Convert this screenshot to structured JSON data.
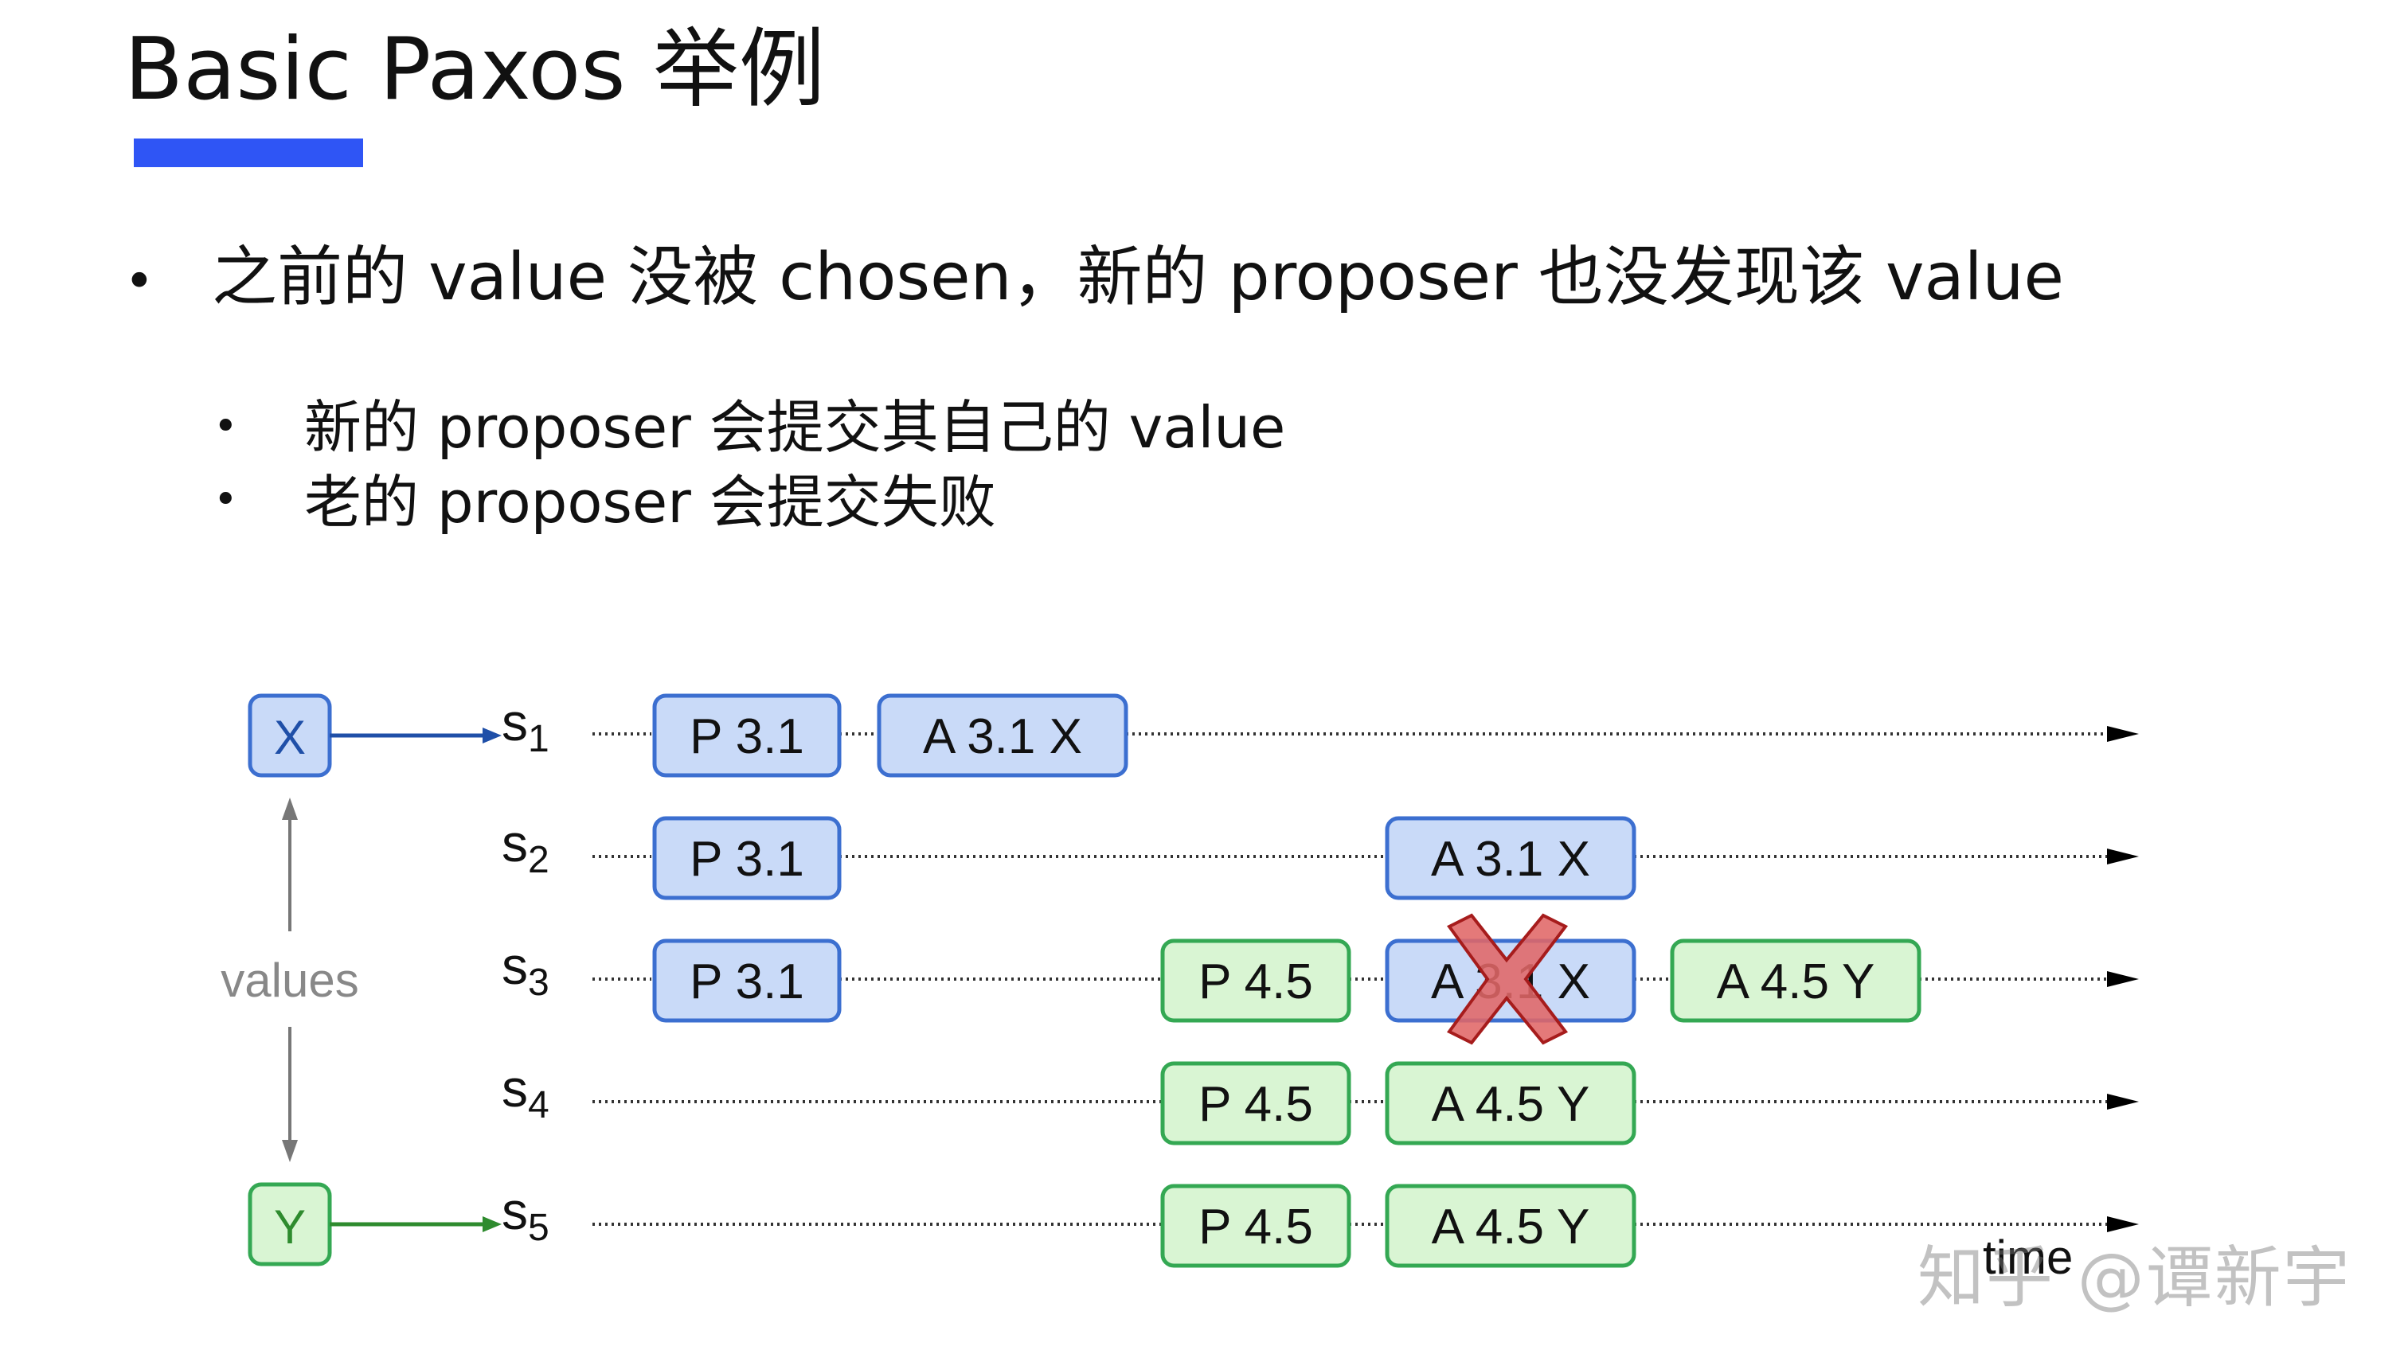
{
  "title": "Basic Paxos 举例",
  "bullets": {
    "main": "之前的 value 没被 chosen，新的 proposer 也没发现该 value",
    "sub": [
      "新的 proposer 会提交其自己的 value",
      "老的 proposer 会提交失败"
    ]
  },
  "diagram": {
    "values_label": "values",
    "value_x": "X",
    "value_y": "Y",
    "time_label": "time",
    "servers": [
      {
        "base": "s",
        "sub": "1"
      },
      {
        "base": "s",
        "sub": "2"
      },
      {
        "base": "s",
        "sub": "3"
      },
      {
        "base": "s",
        "sub": "4"
      },
      {
        "base": "s",
        "sub": "5"
      }
    ],
    "boxes": [
      {
        "label": "P 3.1",
        "color": "blue",
        "row": 1
      },
      {
        "label": "A 3.1 X",
        "color": "blue",
        "row": 1
      },
      {
        "label": "P 3.1",
        "color": "blue",
        "row": 2
      },
      {
        "label": "A 3.1 X",
        "color": "blue",
        "row": 2
      },
      {
        "label": "P 3.1",
        "color": "blue",
        "row": 3
      },
      {
        "label": "P 4.5",
        "color": "green",
        "row": 3
      },
      {
        "label": "A 3.1 X",
        "color": "blue",
        "row": 3,
        "rejected": true
      },
      {
        "label": "A 4.5 Y",
        "color": "green",
        "row": 3
      },
      {
        "label": "P 4.5",
        "color": "green",
        "row": 4
      },
      {
        "label": "A 4.5 Y",
        "color": "green",
        "row": 4
      },
      {
        "label": "P 4.5",
        "color": "green",
        "row": 5
      },
      {
        "label": "A 4.5 Y",
        "color": "green",
        "row": 5
      }
    ],
    "colors": {
      "blue_fill": "#c9daf8",
      "blue_stroke": "#3c6fd0",
      "green_fill": "#d9f5d3",
      "green_stroke": "#34a853",
      "reject_fill": "#e06666",
      "reject_stroke": "#a61c1c",
      "arrow_blue": "#1f4fa8",
      "arrow_green": "#2e8b2e"
    }
  },
  "watermark": "知乎 @谭新宇"
}
